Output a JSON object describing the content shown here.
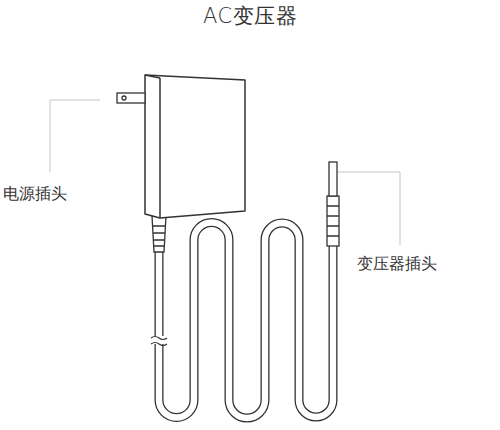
{
  "diagram": {
    "title": "AC变压器",
    "labels": [
      "电源插头",
      "变压器插头"
    ]
  }
}
